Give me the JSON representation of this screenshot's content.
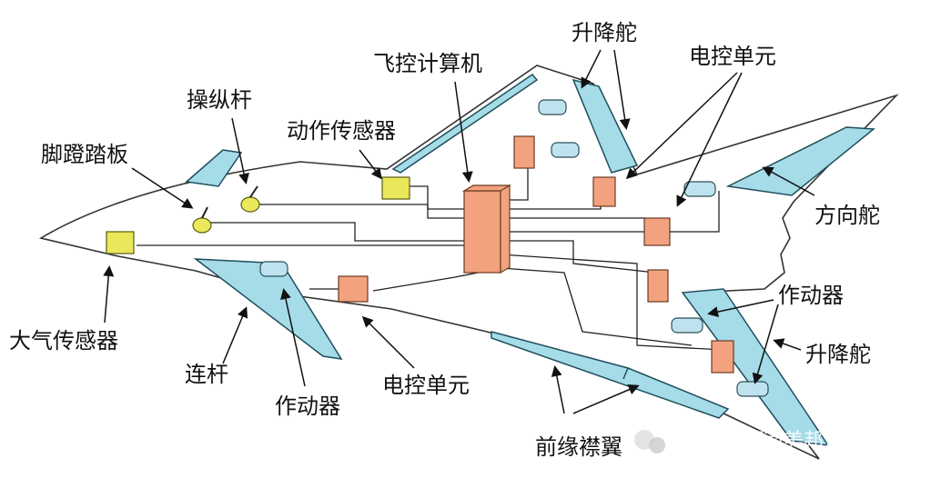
{
  "title": "飞机电传操纵系统示意图",
  "labels": {
    "elevator_top": "升降舵",
    "flight_computer": "飞控计算机",
    "ecu_top": "电控单元",
    "control_stick": "操纵杆",
    "motion_sensor": "动作传感器",
    "pedals": "脚蹬踏板",
    "rudder": "方向舵",
    "air_data_sensor": "大气传感器",
    "actuator_right": "作动器",
    "elevator_right": "升降舵",
    "linkage": "连杆",
    "actuator_bottom": "作动器",
    "ecu_bottom": "电控单元",
    "leading_edge_flap": "前缘襟翼"
  },
  "watermark": "公众号 · 河南美邦通航",
  "colors": {
    "surface": "#a6dbe8",
    "ecu": "#f2a27e",
    "sensor": "#e8e85a"
  }
}
